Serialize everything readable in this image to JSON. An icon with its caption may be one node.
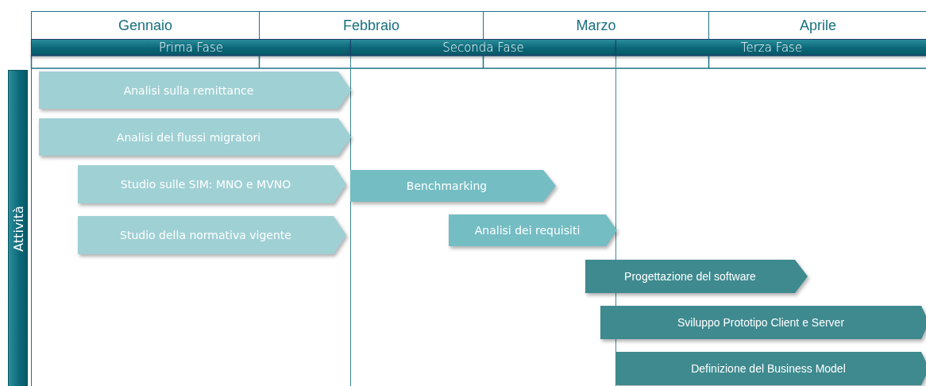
{
  "diagram": {
    "nodes": [
      {
        "text": [
          "Gennaio"
        ]
      },
      {
        "text": [
          "Febbraio"
        ]
      },
      {
        "text": [
          "Marzo"
        ]
      },
      {
        "text": [
          "Aprile"
        ]
      },
      {
        "text": [
          "Prima Fase"
        ]
      },
      {
        "text": [
          "Seconda Fase"
        ]
      },
      {
        "text": [
          "Terza Fase"
        ]
      },
      {
        "text": [
          "Attività"
        ]
      },
      {
        "text": [
          "Analisi sulla remittance"
        ]
      },
      {
        "text": [
          "Analisi dei flussi migratori"
        ]
      },
      {
        "text": [
          "Studio sulle SIM: MNO e MVNO"
        ]
      },
      {
        "text": [
          "Benchmarking"
        ]
      },
      {
        "text": [
          "Studio della normativa vigente"
        ]
      },
      {
        "text": [
          "Analisi dei requisiti"
        ]
      },
      {
        "text": [
          "Progettazione del software"
        ]
      },
      {
        "text": [
          "Sviluppo Prototipo Client e Server"
        ]
      },
      {
        "text": [
          "Definizione del Business Model"
        ]
      }
    ]
  }
}
